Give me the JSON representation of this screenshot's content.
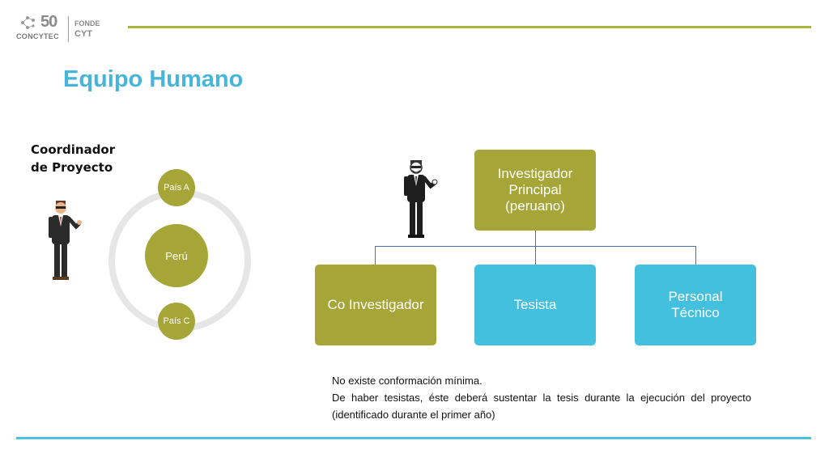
{
  "logo": {
    "number": "50",
    "concytec": "CONCYTEC",
    "fonde": "FONDE",
    "cyt": "CYT"
  },
  "slide": {
    "title": "Equipo Humano",
    "coordinator_label": "Coordinador de Proyecto"
  },
  "cycle": {
    "top": "País A",
    "center": "Perú",
    "bottom": "País C"
  },
  "org_chart": {
    "root": "Investigador Principal (peruano)",
    "children": [
      "Co Investigador",
      "Tesista",
      "Personal Técnico"
    ]
  },
  "notes": [
    "No existe conformación mínima.",
    "De haber tesistas, éste deberá sustentar la tesis durante la ejecución del proyecto (identificado durante el primer año)"
  ],
  "colors": {
    "olive": "#a6a537",
    "cyan": "#43c0de",
    "title_blue": "#45b6da",
    "connector": "#4a6fa5"
  }
}
